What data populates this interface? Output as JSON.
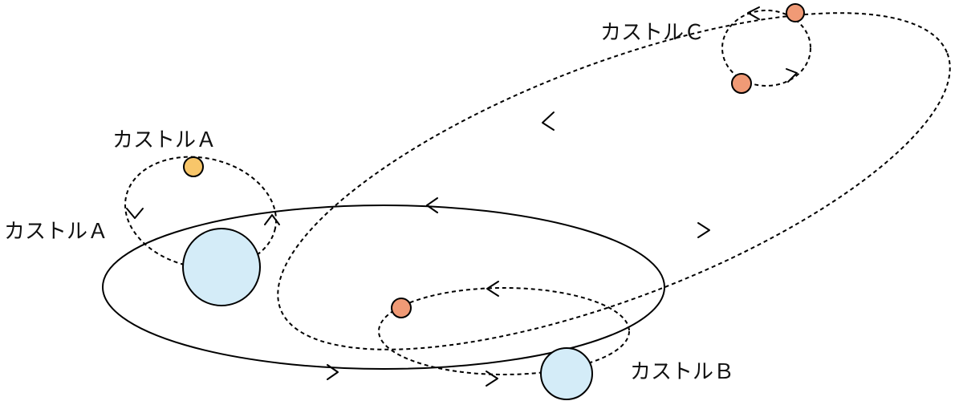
{
  "labels": {
    "castle_a_top": "カストルＡ",
    "castle_a_side": "カストルＡ",
    "castle_b": "カストルＢ",
    "castle_c": "カストルＣ"
  },
  "colors": {
    "large_body": "#d4ecf8",
    "castle_a_star": "#f8c66a",
    "small_star": "#f09a76",
    "stroke": "#000000"
  }
}
